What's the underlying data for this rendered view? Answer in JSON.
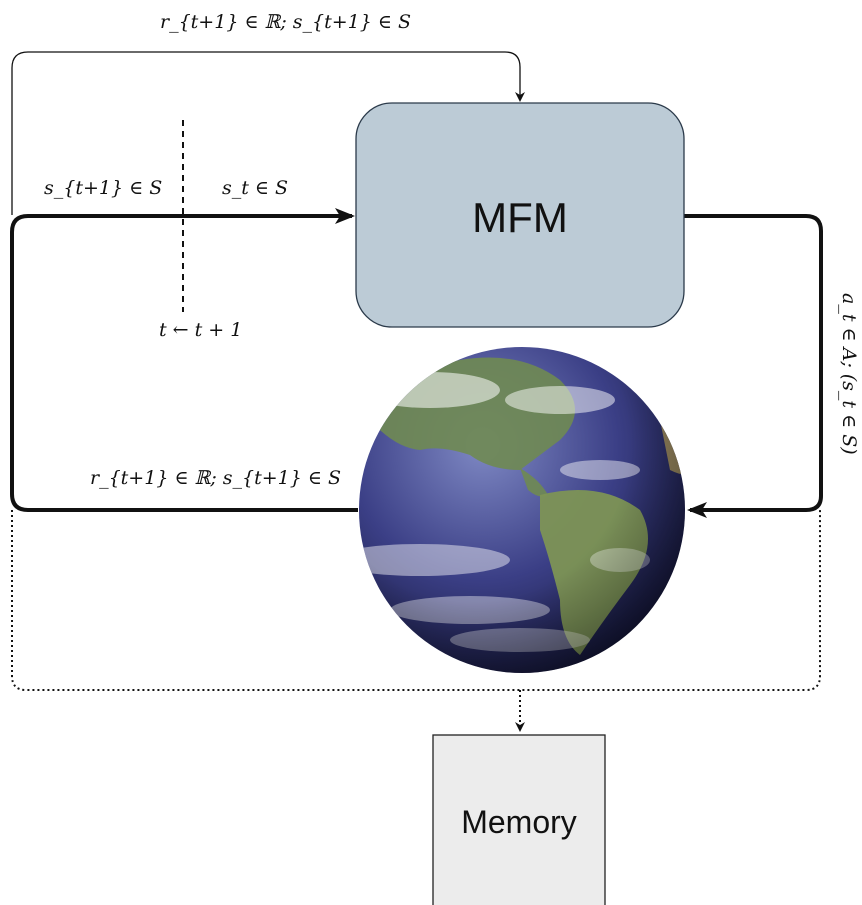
{
  "nodes": {
    "mfm": {
      "label": "MFM",
      "fill": "#bccbd6",
      "stroke": "#2b3a4a"
    },
    "memory": {
      "label": "Memory",
      "fill": "#ececec",
      "stroke": "#222222"
    },
    "earth": {
      "icon": "earth-globe-icon"
    }
  },
  "labels": {
    "top_feedback": "r_{t+1} ∈ ℝ; s_{t+1} ∈ S",
    "left_next_state": "s_{t+1} ∈ S",
    "current_state": "s_t ∈ S",
    "time_step": "t ← t + 1",
    "action": "a_t ∈ A; (s_t ∈ S)",
    "bottom_feedback": "r_{t+1} ∈ ℝ; s_{t+1} ∈ S"
  }
}
